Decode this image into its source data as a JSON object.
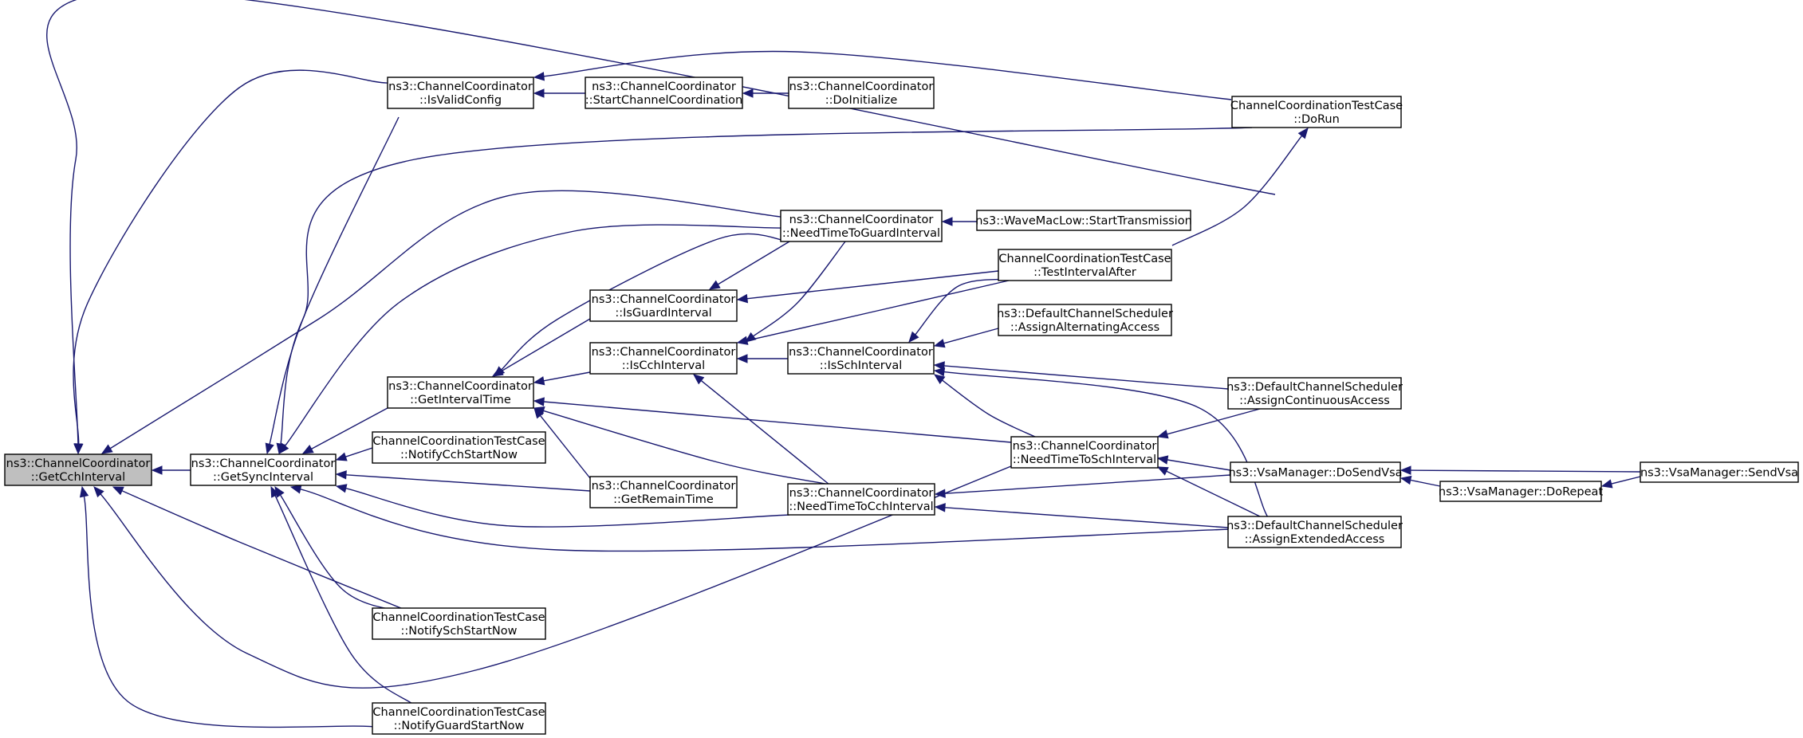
{
  "nodes": {
    "getCch": {
      "line1": "ns3::ChannelCoordinator",
      "line2": "::GetCchInterval"
    },
    "getSync": {
      "line1": "ns3::ChannelCoordinator",
      "line2": "::GetSyncInterval"
    },
    "isValid": {
      "line1": "ns3::ChannelCoordinator",
      "line2": "::IsValidConfig"
    },
    "startCoord": {
      "line1": "ns3::ChannelCoordinator",
      "line2": "::StartChannelCoordination"
    },
    "doInit": {
      "line1": "ns3::ChannelCoordinator",
      "line2": "::DoInitialize"
    },
    "doRun": {
      "line1": "ChannelCoordinationTestCase",
      "line2": "::DoRun"
    },
    "needGuard": {
      "line1": "ns3::ChannelCoordinator",
      "line2": "::NeedTimeToGuardInterval"
    },
    "startTx": {
      "line1": "ns3::WaveMacLow::StartTransmission",
      "line2": ""
    },
    "testAfter": {
      "line1": "ChannelCoordinationTestCase",
      "line2": "::TestIntervalAfter"
    },
    "isGuard": {
      "line1": "ns3::ChannelCoordinator",
      "line2": "::IsGuardInterval"
    },
    "altAccess": {
      "line1": "ns3::DefaultChannelScheduler",
      "line2": "::AssignAlternatingAccess"
    },
    "isCch": {
      "line1": "ns3::ChannelCoordinator",
      "line2": "::IsCchInterval"
    },
    "isSch": {
      "line1": "ns3::ChannelCoordinator",
      "line2": "::IsSchInterval"
    },
    "getInterval": {
      "line1": "ns3::ChannelCoordinator",
      "line2": "::GetIntervalTime"
    },
    "contAccess": {
      "line1": "ns3::DefaultChannelScheduler",
      "line2": "::AssignContinuousAccess"
    },
    "notifyCch": {
      "line1": "ChannelCoordinationTestCase",
      "line2": "::NotifyCchStartNow"
    },
    "needSch": {
      "line1": "ns3::ChannelCoordinator",
      "line2": "::NeedTimeToSchInterval"
    },
    "doSendVsa": {
      "line1": "ns3::VsaManager::DoSendVsa",
      "line2": ""
    },
    "sendVsa": {
      "line1": "ns3::VsaManager::SendVsa",
      "line2": ""
    },
    "doRepeat": {
      "line1": "ns3::VsaManager::DoRepeat",
      "line2": ""
    },
    "getRemain": {
      "line1": "ns3::ChannelCoordinator",
      "line2": "::GetRemainTime"
    },
    "needCch": {
      "line1": "ns3::ChannelCoordinator",
      "line2": "::NeedTimeToCchInterval"
    },
    "extAccess": {
      "line1": "ns3::DefaultChannelScheduler",
      "line2": "::AssignExtendedAccess"
    },
    "notifySch": {
      "line1": "ChannelCoordinationTestCase",
      "line2": "::NotifySchStartNow"
    },
    "notifyGuard": {
      "line1": "ChannelCoordinationTestCase",
      "line2": "::NotifyGuardStartNow"
    }
  },
  "edges": [
    {
      "from": "getSync",
      "to": "getCch"
    },
    {
      "from": "isValid",
      "to": "getCch"
    },
    {
      "from": "doRun",
      "to": "getCch"
    },
    {
      "from": "needGuard",
      "to": "getCch"
    },
    {
      "from": "notifySch",
      "to": "getCch"
    },
    {
      "from": "notifyGuard",
      "to": "getCch"
    },
    {
      "from": "needSch",
      "to": "getCch"
    },
    {
      "from": "startCoord",
      "to": "isValid"
    },
    {
      "from": "doRun",
      "to": "isValid"
    },
    {
      "from": "doInit",
      "to": "startCoord"
    },
    {
      "from": "isValid",
      "to": "getSync"
    },
    {
      "from": "doRun",
      "to": "getSync"
    },
    {
      "from": "needGuard",
      "to": "getSync"
    },
    {
      "from": "getInterval",
      "to": "getSync"
    },
    {
      "from": "notifyCch",
      "to": "getSync"
    },
    {
      "from": "getRemain",
      "to": "getSync"
    },
    {
      "from": "needCch",
      "to": "getSync"
    },
    {
      "from": "extAccess",
      "to": "getSync"
    },
    {
      "from": "notifySch",
      "to": "getSync"
    },
    {
      "from": "notifyGuard",
      "to": "getSync"
    },
    {
      "from": "startTx",
      "to": "needGuard"
    },
    {
      "from": "testAfter",
      "to": "doRun"
    },
    {
      "from": "testAfter",
      "to": "isGuard"
    },
    {
      "from": "testAfter",
      "to": "isCch"
    },
    {
      "from": "testAfter",
      "to": "isSch"
    },
    {
      "from": "needGuard",
      "to": "isGuard"
    },
    {
      "from": "needGuard",
      "to": "getInterval"
    },
    {
      "from": "needGuard",
      "to": "isCch"
    },
    {
      "from": "isGuard",
      "to": "getInterval"
    },
    {
      "from": "isCch",
      "to": "getInterval"
    },
    {
      "from": "isSch",
      "to": "isCch"
    },
    {
      "from": "needCch",
      "to": "isCch"
    },
    {
      "from": "altAccess",
      "to": "isSch"
    },
    {
      "from": "contAccess",
      "to": "isSch"
    },
    {
      "from": "needSch",
      "to": "isSch"
    },
    {
      "from": "extAccess",
      "to": "isSch"
    },
    {
      "from": "needSch",
      "to": "getInterval"
    },
    {
      "from": "needCch",
      "to": "getInterval"
    },
    {
      "from": "getRemain",
      "to": "getInterval"
    },
    {
      "from": "contAccess",
      "to": "needSch"
    },
    {
      "from": "doSendVsa",
      "to": "needSch"
    },
    {
      "from": "extAccess",
      "to": "needSch"
    },
    {
      "from": "doSendVsa",
      "to": "needCch"
    },
    {
      "from": "extAccess",
      "to": "needCch"
    },
    {
      "from": "sendVsa",
      "to": "doSendVsa"
    },
    {
      "from": "doRepeat",
      "to": "doSendVsa"
    },
    {
      "from": "sendVsa",
      "to": "doRepeat"
    }
  ]
}
